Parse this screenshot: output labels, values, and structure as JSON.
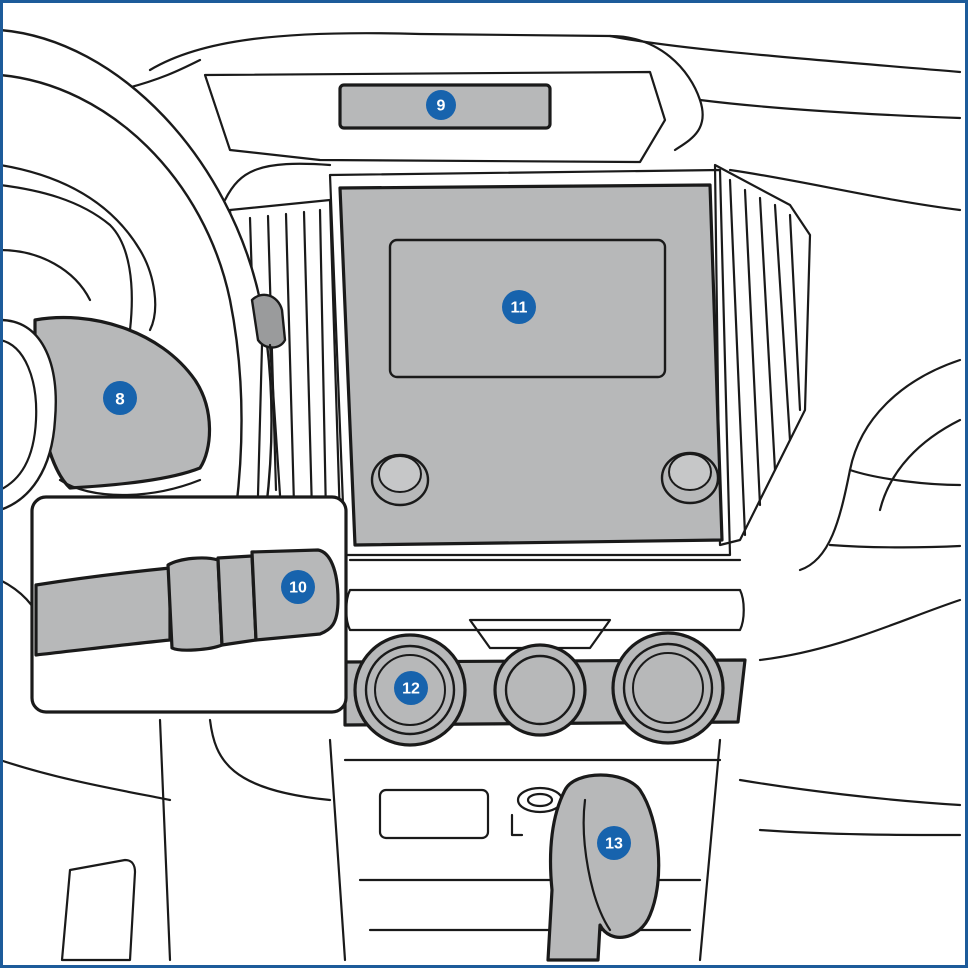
{
  "colors": {
    "frame": "#1d5b9a",
    "badge": "#1763ad",
    "component_fill": "#b7b8b9",
    "line": "#1a1a1a",
    "background": "#ffffff"
  },
  "callouts": [
    {
      "id": "instrument-cluster",
      "label": "8"
    },
    {
      "id": "display-strip",
      "label": "9"
    },
    {
      "id": "wiper-stalk",
      "label": "10"
    },
    {
      "id": "infotainment-screen",
      "label": "11"
    },
    {
      "id": "climate-controls",
      "label": "12"
    },
    {
      "id": "gear-shifter",
      "label": "13"
    }
  ]
}
